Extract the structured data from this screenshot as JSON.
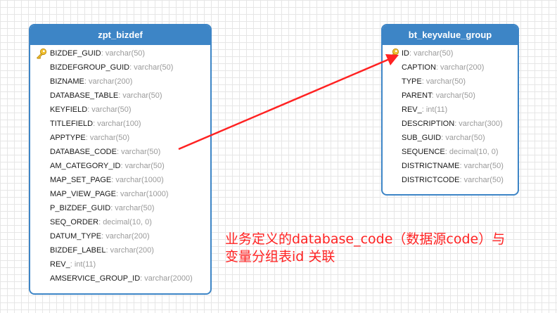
{
  "colors": {
    "header": "#3d85c6",
    "border": "#3d85c6",
    "arrow": "#ff2222",
    "note_text": "#ff2222",
    "key_icon": "#f0c030"
  },
  "tables": {
    "left": {
      "title": "zpt_bizdef",
      "fields": [
        {
          "name": "BIZDEF_GUID",
          "type": ": varchar(50)",
          "primary_key": true
        },
        {
          "name": "BIZDEFGROUP_GUID",
          "type": ": varchar(50)"
        },
        {
          "name": "BIZNAME",
          "type": ": varchar(200)"
        },
        {
          "name": "DATABASE_TABLE",
          "type": ": varchar(50)"
        },
        {
          "name": "KEYFIELD",
          "type": ": varchar(50)"
        },
        {
          "name": "TITLEFIELD",
          "type": ": varchar(100)"
        },
        {
          "name": "APPTYPE",
          "type": ": varchar(50)"
        },
        {
          "name": "DATABASE_CODE",
          "type": ": varchar(50)"
        },
        {
          "name": "AM_CATEGORY_ID",
          "type": ": varchar(50)"
        },
        {
          "name": "MAP_SET_PAGE",
          "type": ": varchar(1000)"
        },
        {
          "name": "MAP_VIEW_PAGE",
          "type": ": varchar(1000)"
        },
        {
          "name": "P_BIZDEF_GUID",
          "type": ": varchar(50)"
        },
        {
          "name": "SEQ_ORDER",
          "type": ": decimal(10, 0)"
        },
        {
          "name": "DATUM_TYPE",
          "type": ": varchar(200)"
        },
        {
          "name": "BIZDEF_LABEL",
          "type": ": varchar(200)"
        },
        {
          "name": "REV_",
          "type": ": int(11)"
        },
        {
          "name": "AMSERVICE_GROUP_ID",
          "type": ": varchar(2000)"
        }
      ]
    },
    "right": {
      "title": "bt_keyvalue_group",
      "fields": [
        {
          "name": "ID",
          "type": ": varchar(50)",
          "primary_key": true
        },
        {
          "name": "CAPTION",
          "type": ": varchar(200)"
        },
        {
          "name": "TYPE",
          "type": ": varchar(50)"
        },
        {
          "name": "PARENT",
          "type": ": varchar(50)"
        },
        {
          "name": "REV_",
          "type": ": int(11)"
        },
        {
          "name": "DESCRIPTION",
          "type": ": varchar(300)"
        },
        {
          "name": "SUB_GUID",
          "type": ": varchar(50)"
        },
        {
          "name": "SEQUENCE",
          "type": ": decimal(10, 0)"
        },
        {
          "name": "DISTRICTNAME",
          "type": ": varchar(50)"
        },
        {
          "name": "DISTRICTCODE",
          "type": ": varchar(50)"
        }
      ]
    }
  },
  "relation": {
    "from": "DATABASE_CODE",
    "to": "ID"
  },
  "note": {
    "line1": "业务定义的database_code（数据源code）与",
    "line2": "变量分组表id 关联"
  }
}
